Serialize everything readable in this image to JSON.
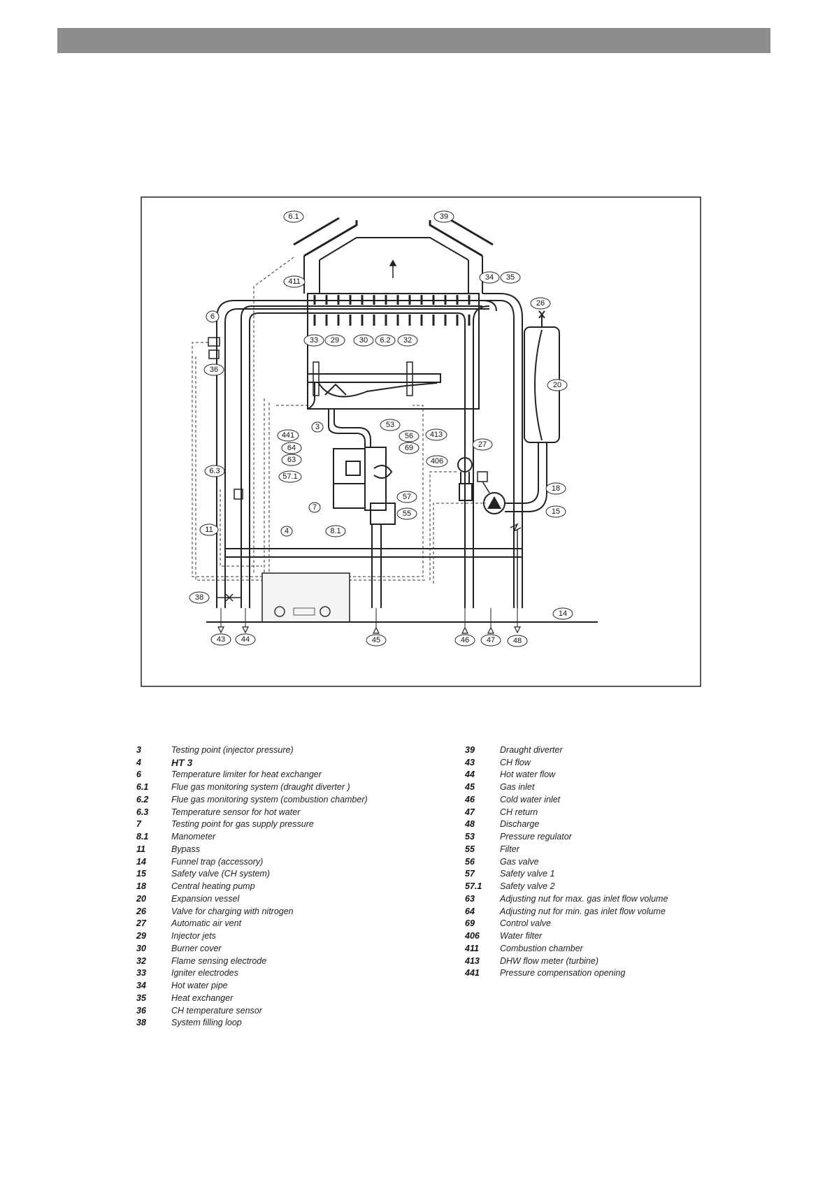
{
  "header": {
    "bar_color": "#8d8d8d"
  },
  "diagram": {
    "callouts": [
      {
        "id": "c61",
        "label": "6.1"
      },
      {
        "id": "c39",
        "label": "39"
      },
      {
        "id": "c411",
        "label": "411"
      },
      {
        "id": "c34",
        "label": "34"
      },
      {
        "id": "c35",
        "label": "35"
      },
      {
        "id": "c6",
        "label": "6"
      },
      {
        "id": "c36",
        "label": "36"
      },
      {
        "id": "c26",
        "label": "26"
      },
      {
        "id": "c33",
        "label": "33"
      },
      {
        "id": "c29",
        "label": "29"
      },
      {
        "id": "c30",
        "label": "30"
      },
      {
        "id": "c62",
        "label": "6.2"
      },
      {
        "id": "c32",
        "label": "32"
      },
      {
        "id": "c20",
        "label": "20"
      },
      {
        "id": "c3",
        "label": "3"
      },
      {
        "id": "c53",
        "label": "53"
      },
      {
        "id": "c441",
        "label": "441"
      },
      {
        "id": "c56",
        "label": "56"
      },
      {
        "id": "c64",
        "label": "64"
      },
      {
        "id": "c69",
        "label": "69"
      },
      {
        "id": "c63",
        "label": "63"
      },
      {
        "id": "c413",
        "label": "413"
      },
      {
        "id": "c27",
        "label": "27"
      },
      {
        "id": "c406",
        "label": "406"
      },
      {
        "id": "c63b",
        "label": "6.3"
      },
      {
        "id": "c571",
        "label": "57.1"
      },
      {
        "id": "c18",
        "label": "18"
      },
      {
        "id": "c57",
        "label": "57"
      },
      {
        "id": "c7",
        "label": "7"
      },
      {
        "id": "c55",
        "label": "55"
      },
      {
        "id": "c15",
        "label": "15"
      },
      {
        "id": "c11",
        "label": "11"
      },
      {
        "id": "c4",
        "label": "4"
      },
      {
        "id": "c81",
        "label": "8.1"
      },
      {
        "id": "c38",
        "label": "38"
      },
      {
        "id": "c14",
        "label": "14"
      },
      {
        "id": "c43",
        "label": "43"
      },
      {
        "id": "c44",
        "label": "44"
      },
      {
        "id": "c45",
        "label": "45"
      },
      {
        "id": "c46",
        "label": "46"
      },
      {
        "id": "c47",
        "label": "47"
      },
      {
        "id": "c48",
        "label": "48"
      }
    ]
  },
  "legend": {
    "left": [
      {
        "num": "3",
        "text": "Testing point (injector pressure)"
      },
      {
        "num": "4",
        "text": "HT 3",
        "emph": true
      },
      {
        "num": "6",
        "text": "Temperature limiter for heat exchanger"
      },
      {
        "num": "6.1",
        "text": "Flue gas monitoring system (draught diverter )"
      },
      {
        "num": "6.2",
        "text": "Flue gas monitoring system (combustion chamber)"
      },
      {
        "num": "6.3",
        "text": "Temperature sensor for hot water"
      },
      {
        "num": "7",
        "text": "Testing point for gas supply pressure"
      },
      {
        "num": "8.1",
        "text": "Manometer"
      },
      {
        "num": "11",
        "text": "Bypass"
      },
      {
        "num": "14",
        "text": "Funnel trap (accessory)"
      },
      {
        "num": "15",
        "text": "Safety valve (CH system)"
      },
      {
        "num": "18",
        "text": "Central heating pump"
      },
      {
        "num": "20",
        "text": "Expansion vessel"
      },
      {
        "num": "26",
        "text": "Valve for charging with nitrogen"
      },
      {
        "num": "27",
        "text": "Automatic air vent"
      },
      {
        "num": "29",
        "text": "Injector jets"
      },
      {
        "num": "30",
        "text": "Burner cover"
      },
      {
        "num": "32",
        "text": "Flame sensing electrode"
      },
      {
        "num": "33",
        "text": "Igniter electrodes"
      },
      {
        "num": "34",
        "text": "Hot water pipe"
      },
      {
        "num": "35",
        "text": "Heat exchanger"
      },
      {
        "num": "36",
        "text": "CH temperature sensor"
      },
      {
        "num": "38",
        "text": "System filling loop"
      }
    ],
    "right": [
      {
        "num": "39",
        "text": "Draught diverter"
      },
      {
        "num": "43",
        "text": "CH flow"
      },
      {
        "num": "44",
        "text": "Hot water flow"
      },
      {
        "num": "45",
        "text": "Gas inlet"
      },
      {
        "num": "46",
        "text": "Cold water inlet"
      },
      {
        "num": "47",
        "text": "CH return"
      },
      {
        "num": "48",
        "text": "Discharge"
      },
      {
        "num": "53",
        "text": "Pressure regulator"
      },
      {
        "num": "55",
        "text": "Filter"
      },
      {
        "num": "56",
        "text": "Gas valve"
      },
      {
        "num": "57",
        "text": "Safety valve 1"
      },
      {
        "num": "57.1",
        "text": "Safety valve 2"
      },
      {
        "num": "63",
        "text": "Adjusting nut for max. gas inlet flow volume"
      },
      {
        "num": "64",
        "text": "Adjusting nut for min. gas inlet flow volume"
      },
      {
        "num": "69",
        "text": "Control valve"
      },
      {
        "num": "406",
        "text": "Water filter"
      },
      {
        "num": "411",
        "text": "Combustion chamber"
      },
      {
        "num": "413",
        "text": "DHW flow meter (turbine)"
      },
      {
        "num": "441",
        "text": "Pressure compensation opening"
      }
    ]
  }
}
